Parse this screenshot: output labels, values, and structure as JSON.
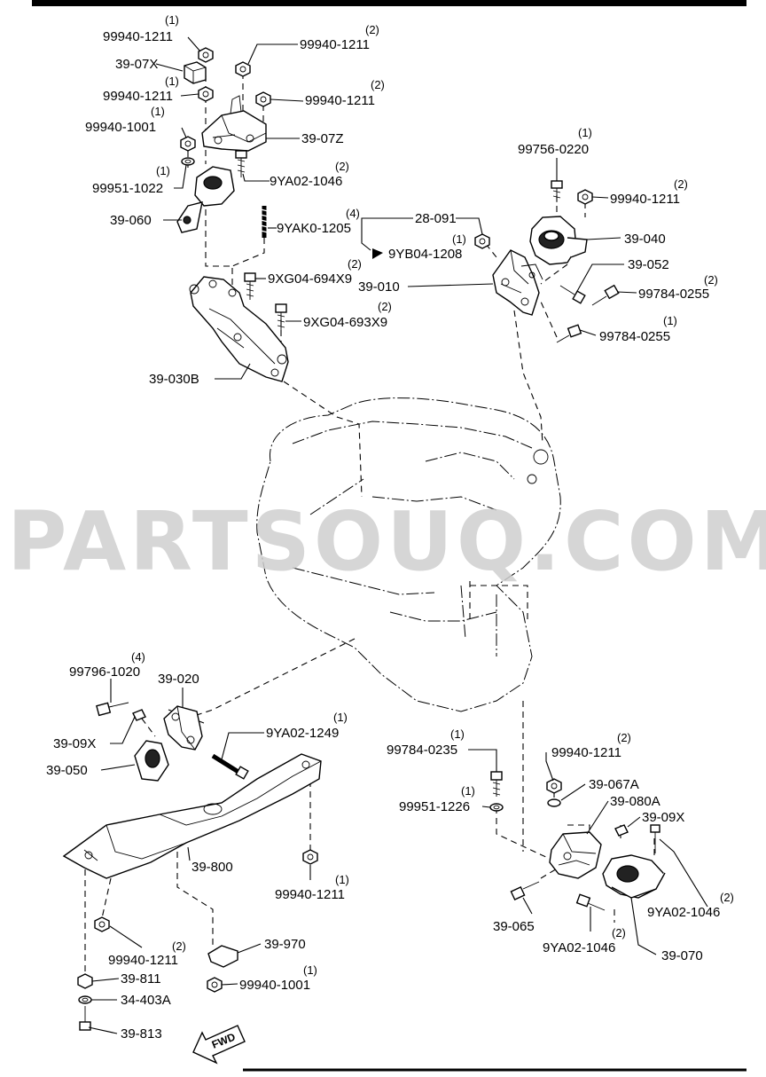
{
  "watermark": "PARTSOUQ.COM",
  "fwd_label": "FWD",
  "callouts": [
    {
      "id": "c1",
      "part": "99940-1211",
      "qty": "(1)"
    },
    {
      "id": "c2",
      "part": "39-07X",
      "qty": ""
    },
    {
      "id": "c3",
      "part": "99940-1211",
      "qty": "(1)"
    },
    {
      "id": "c4",
      "part": "99940-1001",
      "qty": "(1)"
    },
    {
      "id": "c5",
      "part": "99951-1022",
      "qty": "(1)"
    },
    {
      "id": "c6",
      "part": "39-060",
      "qty": ""
    },
    {
      "id": "c7",
      "part": "99940-1211",
      "qty": "(2)"
    },
    {
      "id": "c8",
      "part": "99940-1211",
      "qty": "(2)"
    },
    {
      "id": "c9",
      "part": "39-07Z",
      "qty": ""
    },
    {
      "id": "c10",
      "part": "9YA02-1046",
      "qty": "(2)"
    },
    {
      "id": "c11",
      "part": "9YAK0-1205",
      "qty": "(4)"
    },
    {
      "id": "c12",
      "part": "9XG04-694X9",
      "qty": "(2)"
    },
    {
      "id": "c13",
      "part": "9XG04-693X9",
      "qty": "(2)"
    },
    {
      "id": "c14",
      "part": "39-030B",
      "qty": ""
    },
    {
      "id": "c15",
      "part": "99756-0220",
      "qty": "(1)"
    },
    {
      "id": "c16",
      "part": "99940-1211",
      "qty": "(2)"
    },
    {
      "id": "c17",
      "part": "39-040",
      "qty": ""
    },
    {
      "id": "c18",
      "part": "28-091",
      "qty": ""
    },
    {
      "id": "c19",
      "part": "9YB04-1208",
      "qty": "(1)"
    },
    {
      "id": "c20",
      "part": "39-010",
      "qty": ""
    },
    {
      "id": "c21",
      "part": "39-052",
      "qty": ""
    },
    {
      "id": "c22",
      "part": "99784-0255",
      "qty": "(2)"
    },
    {
      "id": "c23",
      "part": "99784-0255",
      "qty": "(1)"
    },
    {
      "id": "c24",
      "part": "99796-1020",
      "qty": "(4)"
    },
    {
      "id": "c25",
      "part": "39-020",
      "qty": ""
    },
    {
      "id": "c26",
      "part": "39-09X",
      "qty": ""
    },
    {
      "id": "c27",
      "part": "39-050",
      "qty": ""
    },
    {
      "id": "c28",
      "part": "9YA02-1249",
      "qty": "(1)"
    },
    {
      "id": "c29",
      "part": "39-800",
      "qty": ""
    },
    {
      "id": "c30",
      "part": "99940-1211",
      "qty": "(1)"
    },
    {
      "id": "c31",
      "part": "99940-1211",
      "qty": "(2)"
    },
    {
      "id": "c32",
      "part": "39-970",
      "qty": ""
    },
    {
      "id": "c33",
      "part": "39-811",
      "qty": ""
    },
    {
      "id": "c34",
      "part": "99940-1001",
      "qty": "(1)"
    },
    {
      "id": "c35",
      "part": "34-403A",
      "qty": ""
    },
    {
      "id": "c36",
      "part": "39-813",
      "qty": ""
    },
    {
      "id": "c37",
      "part": "99784-0235",
      "qty": "(1)"
    },
    {
      "id": "c38",
      "part": "99940-1211",
      "qty": "(2)"
    },
    {
      "id": "c39",
      "part": "39-067A",
      "qty": ""
    },
    {
      "id": "c40",
      "part": "99951-1226",
      "qty": "(1)"
    },
    {
      "id": "c41",
      "part": "39-080A",
      "qty": ""
    },
    {
      "id": "c42",
      "part": "39-09X",
      "qty": ""
    },
    {
      "id": "c43",
      "part": "39-065",
      "qty": ""
    },
    {
      "id": "c44",
      "part": "9YA02-1046",
      "qty": "(2)"
    },
    {
      "id": "c45",
      "part": "9YA02-1046",
      "qty": "(2)"
    },
    {
      "id": "c46",
      "part": "39-070",
      "qty": ""
    }
  ]
}
